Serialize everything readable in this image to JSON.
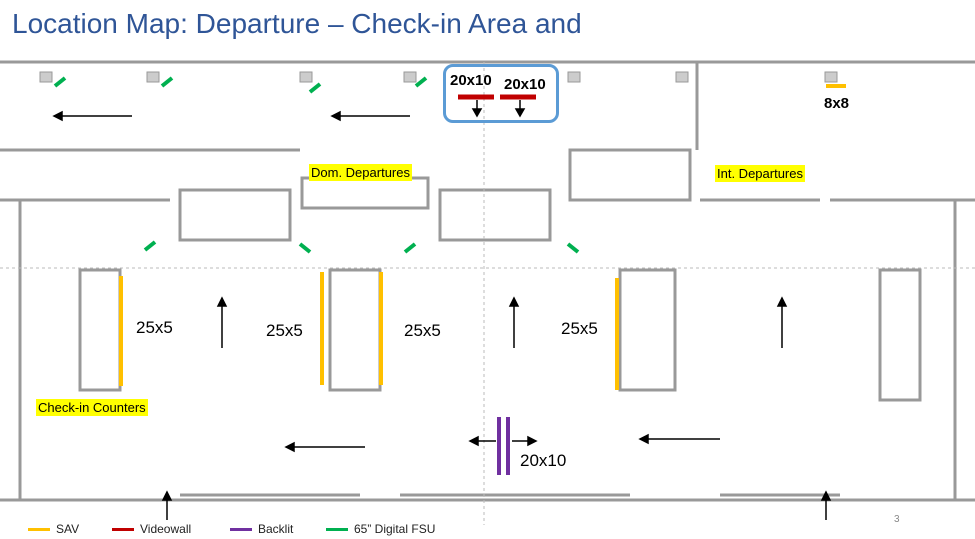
{
  "title": "Location Map: Departure – Check-in Area and",
  "areas": {
    "dom_departures": "Dom. Departures",
    "int_departures": "Int. Departures",
    "check_in_counters": "Check-in Counters"
  },
  "sizes": {
    "videowall_1": "20x10",
    "videowall_2": "20x10",
    "sav_top": "8x8",
    "sav_1": "25x5",
    "sav_2": "25x5",
    "sav_3": "25x5",
    "sav_4": "25x5",
    "backlit": "20x10"
  },
  "legend": [
    {
      "label": "SAV",
      "color": "#ffc000"
    },
    {
      "label": "Videowall",
      "color": "#c00000"
    },
    {
      "label": "Backlit",
      "color": "#7030a0"
    },
    {
      "label": "65” Digital FSU",
      "color": "#00b050"
    }
  ],
  "page_number": "3"
}
